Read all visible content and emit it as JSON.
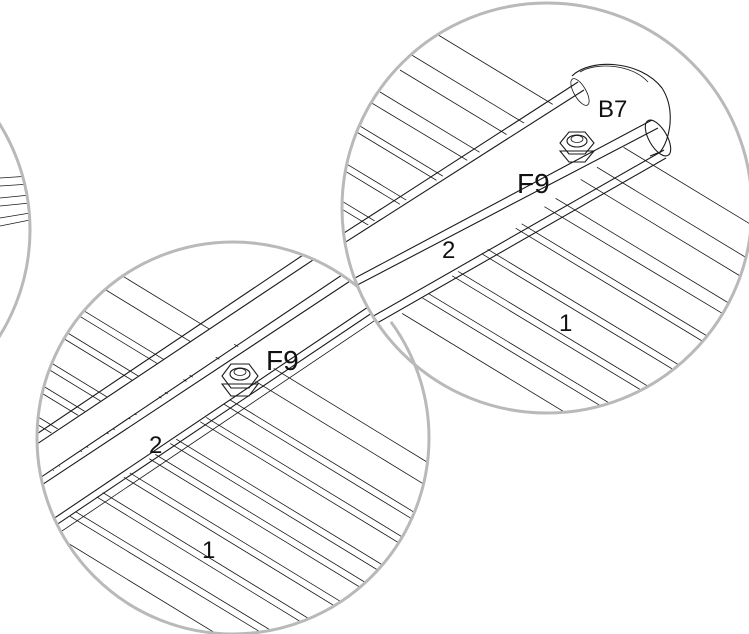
{
  "diagram": {
    "colors": {
      "line": "#1a1a1a",
      "circle_outline": "#b9b9b9",
      "background": "#ffffff"
    },
    "callouts": {
      "left_detail": {
        "fastener": "F9",
        "rail": "2",
        "panel": "1"
      },
      "right_detail": {
        "end_cap": "B7",
        "fastener": "F9",
        "rail": "2",
        "panel": "1"
      }
    }
  }
}
